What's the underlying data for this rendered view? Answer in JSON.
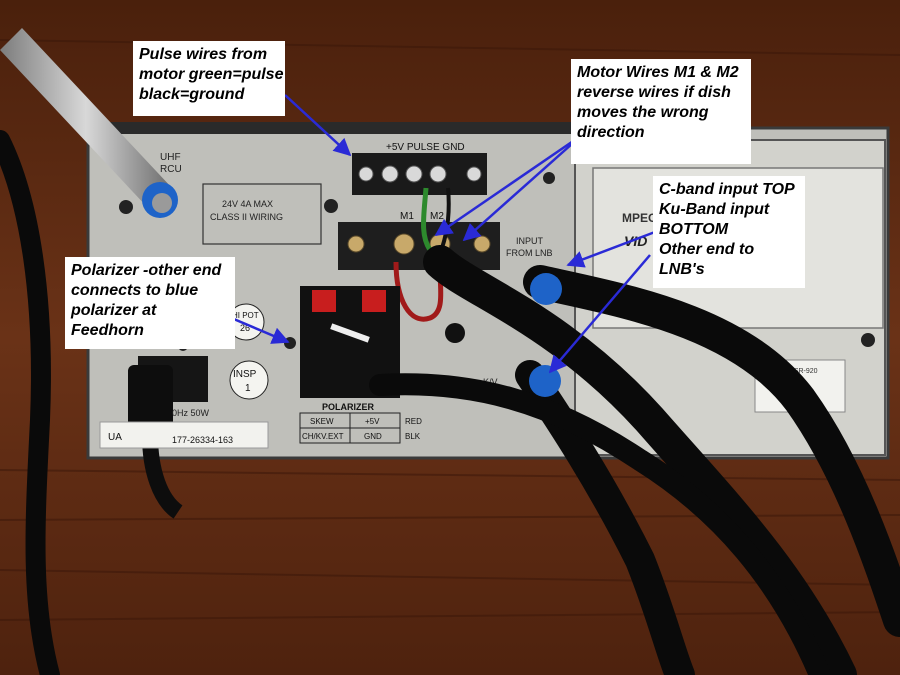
{
  "callouts": {
    "pulse": [
      "Pulse wires from",
      "motor green=pulse",
      "black=ground"
    ],
    "motor": [
      "Motor Wires M1 & M2",
      "reverse wires if dish",
      "moves the wrong",
      "direction"
    ],
    "cband": [
      "C-band input TOP",
      "Ku-Band input",
      "BOTTOM",
      "Other end to",
      "LNB's"
    ],
    "polarizer": [
      "Polarizer -other end",
      "connects to blue",
      "polarizer at",
      "Feedhorn"
    ]
  },
  "panel_labels": {
    "uhf": "UHF",
    "rcu": "RCU",
    "power_rating": "24V 4A MAX",
    "wiring_class": "CLASS II WIRING",
    "pulse_strip": "+5V PULSE GND",
    "m1": "M1",
    "m2": "M2",
    "input": "INPUT",
    "from_lnb": "FROM LNB",
    "kv": "K/V",
    "polarizer": "POLARIZER",
    "skew": "SKEW",
    "plus5v": "+5V",
    "red": "RED",
    "chkv": "CH/KV.EXT",
    "gnd": "GND",
    "blk": "BLK",
    "hipot": "HI POT",
    "hipot_num": "26",
    "insp": "INSP",
    "insp_num": "1",
    "serial": "177-26334-163",
    "ua": "UA",
    "ac_rating": "0Hz 50W",
    "model": "MODEL: DSR-920",
    "mpeg": "MPEG",
    "vid": "VID"
  },
  "colors": {
    "wood": "#5a2a12",
    "panel": "#c9c9c4",
    "arrow": "#2a2ad6",
    "cable": "#0a0a0a",
    "connector_blue": "#1e63c8"
  }
}
